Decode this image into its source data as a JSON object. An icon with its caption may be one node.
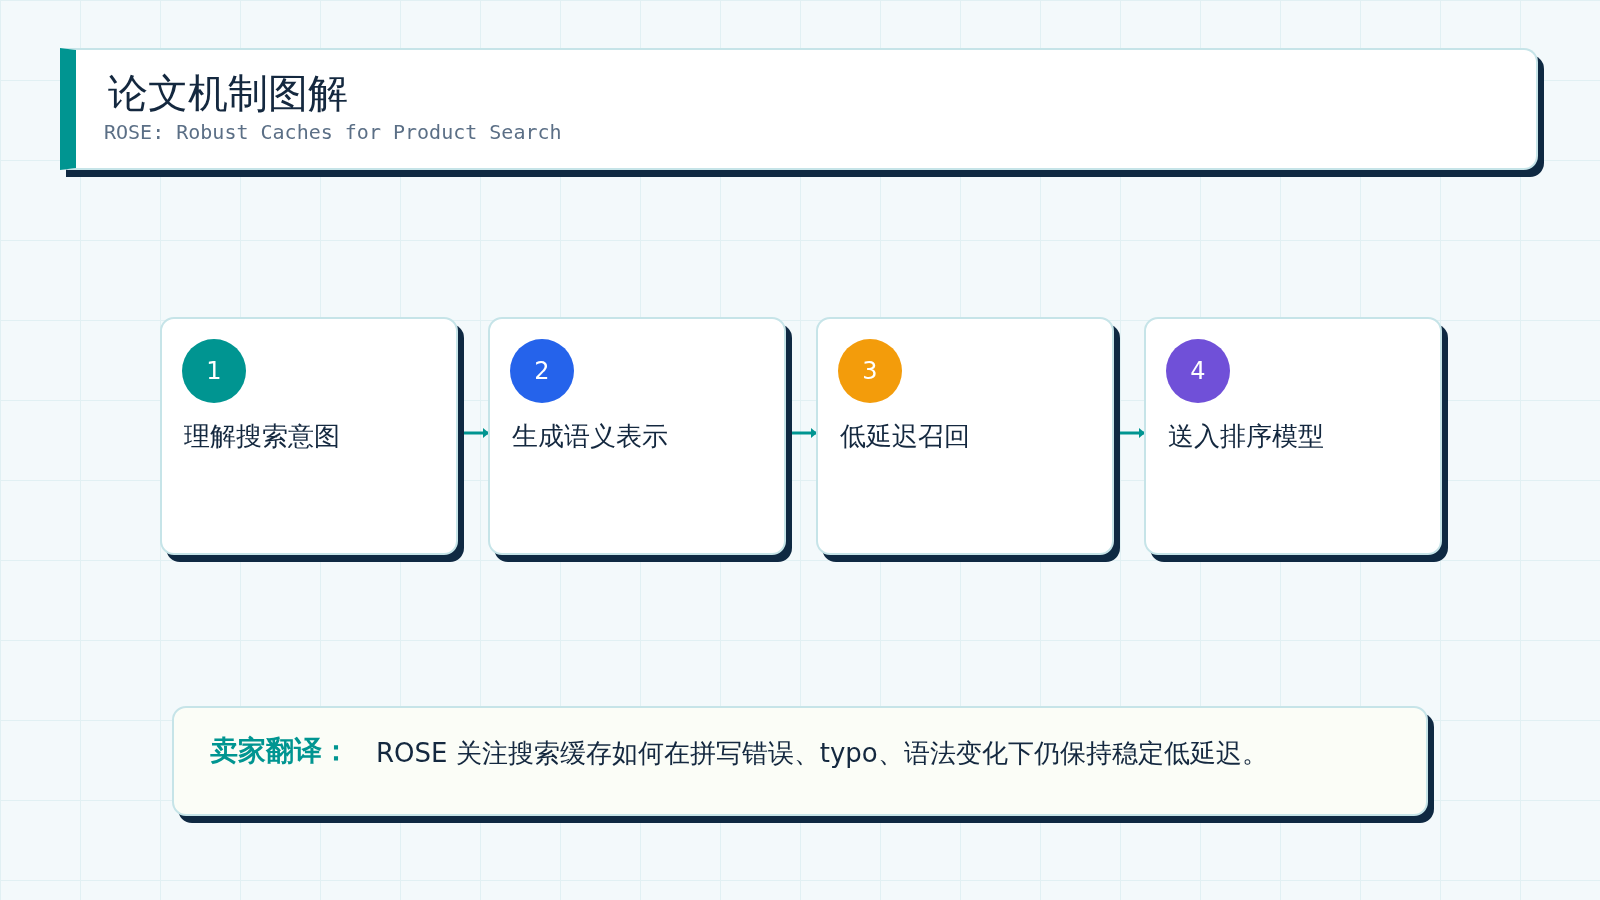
{
  "diagram": {
    "title": "论文机制图解",
    "nodes": [
      {
        "text": [
          "理解搜索意图"
        ]
      },
      {
        "text": [
          "1"
        ],
        "in": 0
      },
      {
        "text": [
          "生成语义表示"
        ]
      },
      {
        "text": [
          "2"
        ],
        "in": 2
      },
      {
        "text": [
          "低延迟召回"
        ]
      },
      {
        "text": [
          "3"
        ],
        "in": 4
      },
      {
        "text": [
          "送入排序模型"
        ]
      },
      {
        "text": [
          "4"
        ],
        "in": 6
      },
      {
        "text": [
          "卖家翻译：",
          "ROSE 关注搜索缓存如何在拼写错误、typo、语法变化下仍保持稳定低延迟。"
        ]
      }
    ],
    "edges": [
      {
        "from": 0,
        "to": 2,
        "arrow": "to"
      },
      {
        "from": 2,
        "to": 4,
        "arrow": "to"
      },
      {
        "from": 4,
        "to": 6,
        "arrow": "to"
      }
    ],
    "labels": [
      "ROSE: Robust Caches for Product Search"
    ]
  }
}
